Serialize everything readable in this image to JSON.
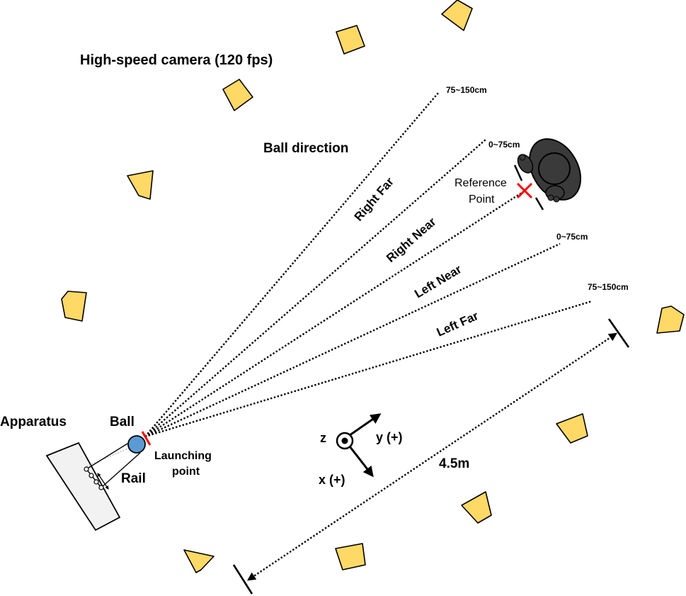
{
  "title": "High-speed camera (120 fps)",
  "ball_direction_label": "Ball direction",
  "trajectories": [
    {
      "label": "Right Far",
      "range": "75~150cm"
    },
    {
      "label": "Right Near",
      "range": "0~75cm"
    },
    {
      "label": "Left Near",
      "range": "0~75cm"
    },
    {
      "label": "Left Far",
      "range": "75~150cm"
    }
  ],
  "reference_point": {
    "line1": "Reference",
    "line2": "Point"
  },
  "apparatus_label": "Apparatus",
  "ball_label": "Ball",
  "rail_label": "Rail",
  "launching_point": {
    "line1": "Launching",
    "line2": "point"
  },
  "axes": {
    "z": "z",
    "y": "y (+)",
    "x": "x (+)"
  },
  "distance_label": "4.5m",
  "colors": {
    "camera_fill": "#ffd966",
    "ball_fill": "#5b9bd5",
    "marker_red": "#ff0000",
    "apparatus_fill": "#f2f2f2",
    "figure_fill": "#3a3a3a"
  },
  "icons": [
    "camera-icon",
    "person-icon",
    "ball-icon",
    "coordinate-axes-icon"
  ]
}
